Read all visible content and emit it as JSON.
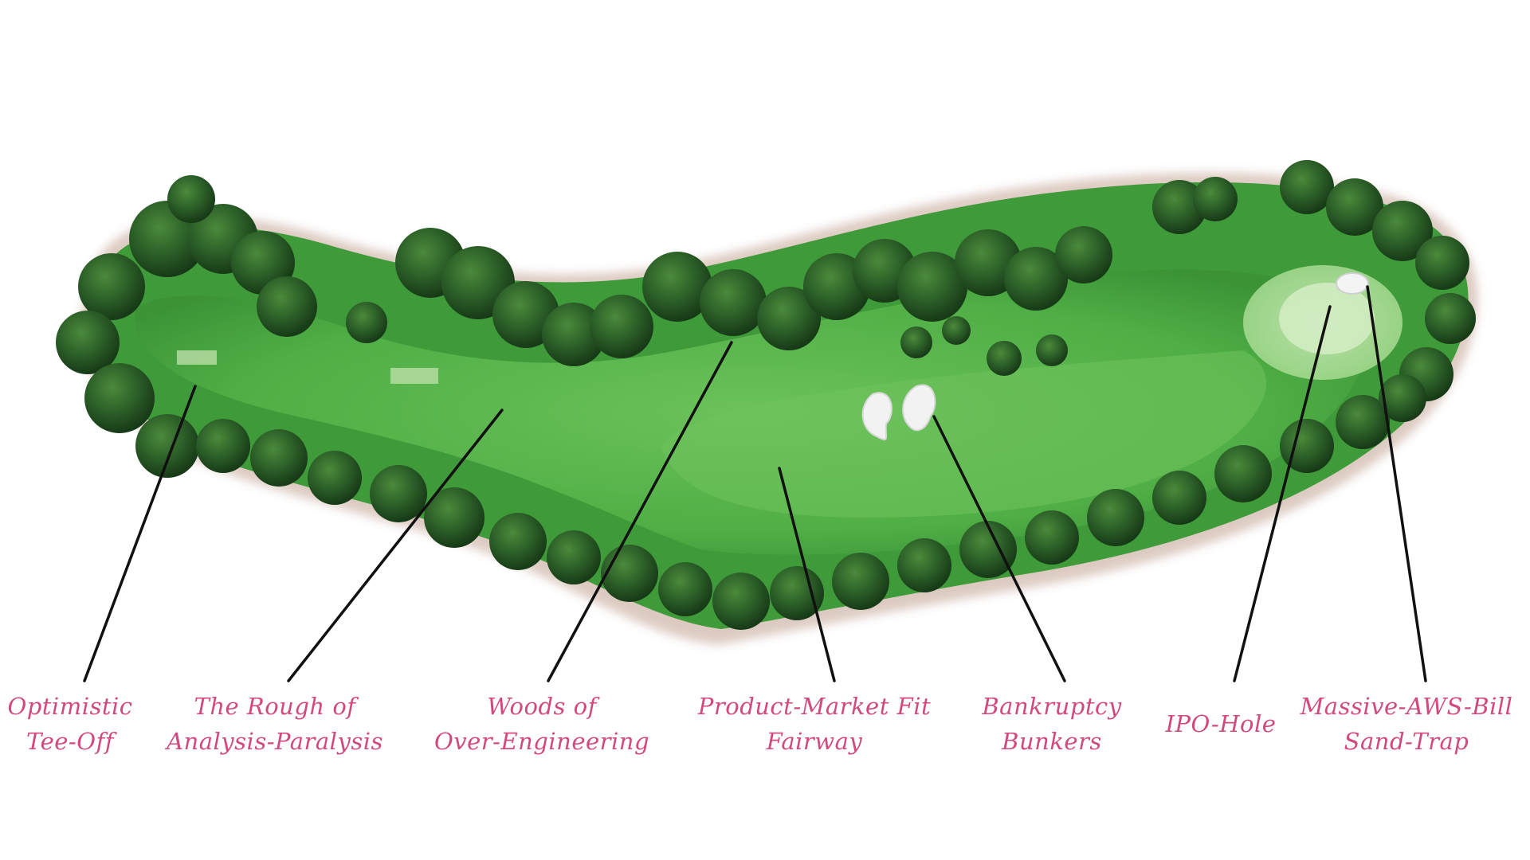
{
  "diagram": {
    "subject": "golf-hole-aerial-view",
    "colors": {
      "label_text": "#d1497f",
      "leader_line": "#111111",
      "fairway": "#4fae45",
      "rough": "#3f9a3a",
      "green": "#9fd78a",
      "trees_dark": "#1f4a1f",
      "trees_mid": "#2f6a2b",
      "dirt_edge": "#b28c78",
      "bunker_sand": "#f2f2f2"
    },
    "labels": [
      {
        "id": "tee-off",
        "line1": "Optimistic",
        "line2": "Tee-Off"
      },
      {
        "id": "rough",
        "line1": "The Rough of",
        "line2": "Analysis-Paralysis"
      },
      {
        "id": "woods",
        "line1": "Woods of",
        "line2": "Over-Engineering"
      },
      {
        "id": "fairway",
        "line1": "Product-Market Fit",
        "line2": "Fairway"
      },
      {
        "id": "bunkers",
        "line1": "Bankruptcy",
        "line2": "Bunkers"
      },
      {
        "id": "ipo-hole",
        "line1": "IPO-Hole",
        "line2": ""
      },
      {
        "id": "sand-trap",
        "line1": "Massive-AWS-Bill",
        "line2": "Sand-Trap"
      }
    ]
  }
}
